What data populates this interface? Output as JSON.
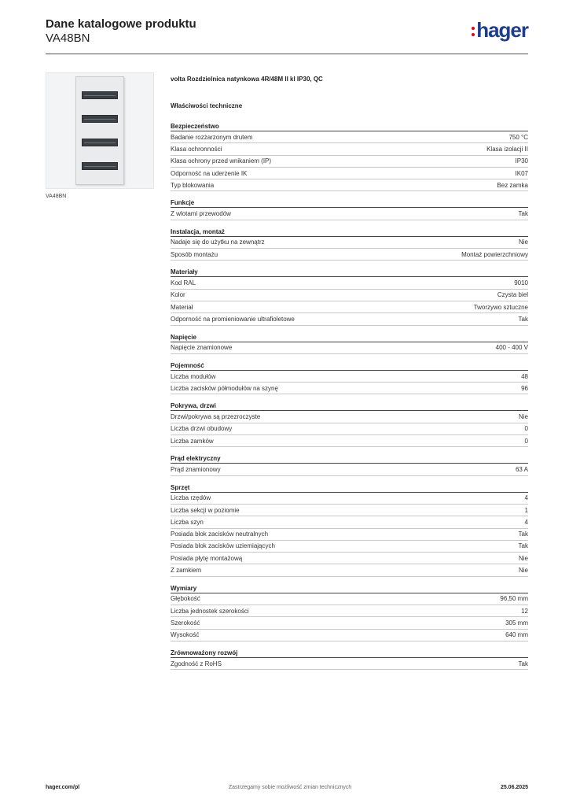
{
  "header": {
    "title": "Dane katalogowe produktu",
    "code": "VA48BN",
    "logo": "hager",
    "logo_color": "#1e3d8f",
    "logo_accent": "#e3001b"
  },
  "image": {
    "caption": "VA48BN"
  },
  "product": {
    "description": "volta Rozdzielnica natynkowa 4R/48M II kl IP30, QC",
    "section_title": "Właściwości techniczne"
  },
  "sections": [
    {
      "title": "Bezpieczeństwo",
      "rows": [
        {
          "label": "Badanie rozżarzonym drutem",
          "value": "750 °C"
        },
        {
          "label": "Klasa ochronności",
          "value": "Klasa izolacji II"
        },
        {
          "label": "Klasa ochrony przed wnikaniem (IP)",
          "value": "IP30"
        },
        {
          "label": "Odporność na uderzenie IK",
          "value": "IK07"
        },
        {
          "label": "Typ blokowania",
          "value": "Bez zamka"
        }
      ]
    },
    {
      "title": "Funkcje",
      "rows": [
        {
          "label": "Z wlotami przewodów",
          "value": "Tak"
        }
      ]
    },
    {
      "title": "Instalacja, montaż",
      "rows": [
        {
          "label": "Nadaje się do użytku na zewnątrz",
          "value": "Nie"
        },
        {
          "label": "Sposób montażu",
          "value": "Montaż powierzchniowy"
        }
      ]
    },
    {
      "title": "Materiały",
      "rows": [
        {
          "label": "Kod RAL",
          "value": "9010"
        },
        {
          "label": "Kolor",
          "value": "Czysta biel"
        },
        {
          "label": "Materiał",
          "value": "Tworzywo sztuczne"
        },
        {
          "label": "Odporność na promieniowanie ultrafioletowe",
          "value": "Tak"
        }
      ]
    },
    {
      "title": "Napięcie",
      "rows": [
        {
          "label": "Napięcie znamionowe",
          "value": "400 - 400 V"
        }
      ]
    },
    {
      "title": "Pojemność",
      "rows": [
        {
          "label": "Liczba modułów",
          "value": "48"
        },
        {
          "label": "Liczba zacisków półmodułów na szynę",
          "value": "96"
        }
      ]
    },
    {
      "title": "Pokrywa, drzwi",
      "rows": [
        {
          "label": "Drzwi/pokrywa są przezroczyste",
          "value": "Nie"
        },
        {
          "label": "Liczba drzwi obudowy",
          "value": "0"
        },
        {
          "label": "Liczba zamków",
          "value": "0"
        }
      ]
    },
    {
      "title": "Prąd elektryczny",
      "rows": [
        {
          "label": "Prąd znamionowy",
          "value": "63 A"
        }
      ]
    },
    {
      "title": "Sprzęt",
      "rows": [
        {
          "label": "Liczba rzędów",
          "value": "4"
        },
        {
          "label": "Liczba sekcji w poziomie",
          "value": "1"
        },
        {
          "label": "Liczba szyn",
          "value": "4"
        },
        {
          "label": "Posiada blok zacisków neutralnych",
          "value": "Tak"
        },
        {
          "label": "Posiada blok zacisków uziemiających",
          "value": "Tak"
        },
        {
          "label": "Posiada płytę montażową",
          "value": "Nie"
        },
        {
          "label": "Z zamkiem",
          "value": "Nie"
        }
      ]
    },
    {
      "title": "Wymiary",
      "rows": [
        {
          "label": "Głębokość",
          "value": "96,50 mm"
        },
        {
          "label": "Liczba jednostek szerokości",
          "value": "12"
        },
        {
          "label": "Szerokość",
          "value": "305 mm"
        },
        {
          "label": "Wysokość",
          "value": "640 mm"
        }
      ]
    },
    {
      "title": "Zrównoważony rozwój",
      "rows": [
        {
          "label": "Zgodność z RoHS",
          "value": "Tak"
        }
      ]
    }
  ],
  "footer": {
    "website": "hager.com/pl",
    "disclaimer": "Zastrzegamy sobie możliwość zmian technicznych",
    "date": "25.06.2025"
  }
}
